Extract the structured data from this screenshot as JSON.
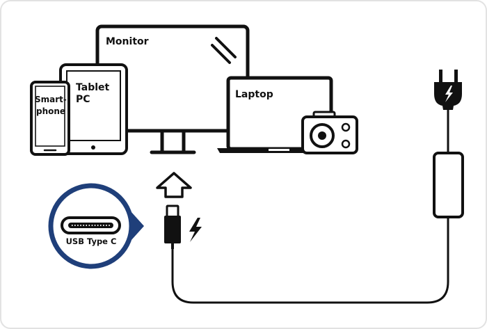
{
  "labels": {
    "monitor": "Monitor",
    "laptop": "Laptop",
    "tablet_line1": "Tablet",
    "tablet_line2": "PC",
    "smartphone_line1": "Smart-",
    "smartphone_line2": "phone",
    "usb": "USB Type C"
  },
  "icons": {
    "monitor": "monitor-icon",
    "laptop": "laptop-icon",
    "tablet": "tablet-icon",
    "smartphone": "smartphone-icon",
    "camera": "camera-icon",
    "plug": "power-plug-icon",
    "adapter": "power-adapter-icon",
    "connector": "usb-c-connector-icon",
    "lightning": "lightning-icon",
    "arrow": "up-arrow-icon",
    "usb_port": "usb-c-port-icon"
  },
  "colors": {
    "stroke": "#111111",
    "badge_ring": "#1f3f7a",
    "frame": "#dcdcdc",
    "background": "#ffffff"
  }
}
